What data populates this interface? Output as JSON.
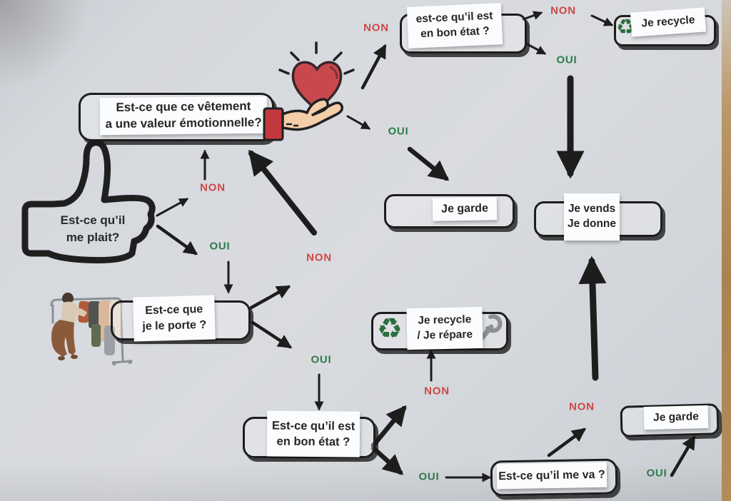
{
  "labels": {
    "oui": "OUI",
    "non": "NON"
  },
  "nodes": {
    "emotional_value": {
      "line1": "Est-ce que ce vêtement",
      "line2": "a une valeur émotionnelle?"
    },
    "like": {
      "line1": "Est-ce qu’il",
      "line2": "me plait?"
    },
    "good_condition_top": {
      "line1": "est-ce qu’il est",
      "line2": "en bon état ?"
    },
    "recycle_top": {
      "label": "Je recycle"
    },
    "keep_mid": {
      "label": "Je garde"
    },
    "sell_donate": {
      "line1": "Je vends",
      "line2": "Je donne"
    },
    "wear": {
      "line1": "Est-ce que",
      "line2": "je le porte ?"
    },
    "recycle_repair": {
      "line1": "Je recycle",
      "line2": "/ Je répare"
    },
    "good_condition_bottom": {
      "line1": "Est-ce qu’il est",
      "line2": "en bon état ?"
    },
    "fits": {
      "label": "Est-ce qu’il me va ?"
    },
    "keep_bottom": {
      "label": "Je garde"
    }
  },
  "icons": {
    "recycle_glyph": "♻",
    "thumbs_up": "thumbs-up-outline",
    "heart_in_hand": "heart-in-open-hand",
    "wrench": "wrench-tool",
    "clothes_rack": "person-browsing-clothes-rack"
  },
  "colors": {
    "paper": "#d5d8dd",
    "oui_green": "#2c7a4b",
    "non_red": "#cd4747",
    "line_black": "#1d1d1d",
    "recycle_green": "#2a6e3f",
    "heart_red": "#c8484d",
    "sleeve_red": "#c4393f",
    "skin": "#f4cda9",
    "wood": "#ab8354"
  },
  "edges": [
    {
      "from": "like",
      "to": "emotional_value",
      "label": "NON"
    },
    {
      "from": "like",
      "to": "wear",
      "label": "OUI"
    },
    {
      "from": "emotional_value",
      "to": "good_condition_top",
      "label": "NON"
    },
    {
      "from": "emotional_value",
      "to": "keep_mid",
      "label": "OUI"
    },
    {
      "from": "good_condition_top",
      "to": "recycle_top",
      "label": "NON"
    },
    {
      "from": "good_condition_top",
      "to": "sell_donate",
      "label": "OUI"
    },
    {
      "from": "wear",
      "to": "emotional_value",
      "label": "NON"
    },
    {
      "from": "wear",
      "to": "good_condition_bottom",
      "label": "OUI"
    },
    {
      "from": "good_condition_bottom",
      "to": "recycle_repair",
      "label": "NON"
    },
    {
      "from": "good_condition_bottom",
      "to": "fits",
      "label": "OUI"
    },
    {
      "from": "fits",
      "to": "sell_donate",
      "label": "NON"
    },
    {
      "from": "fits",
      "to": "keep_bottom",
      "label": "OUI"
    }
  ]
}
